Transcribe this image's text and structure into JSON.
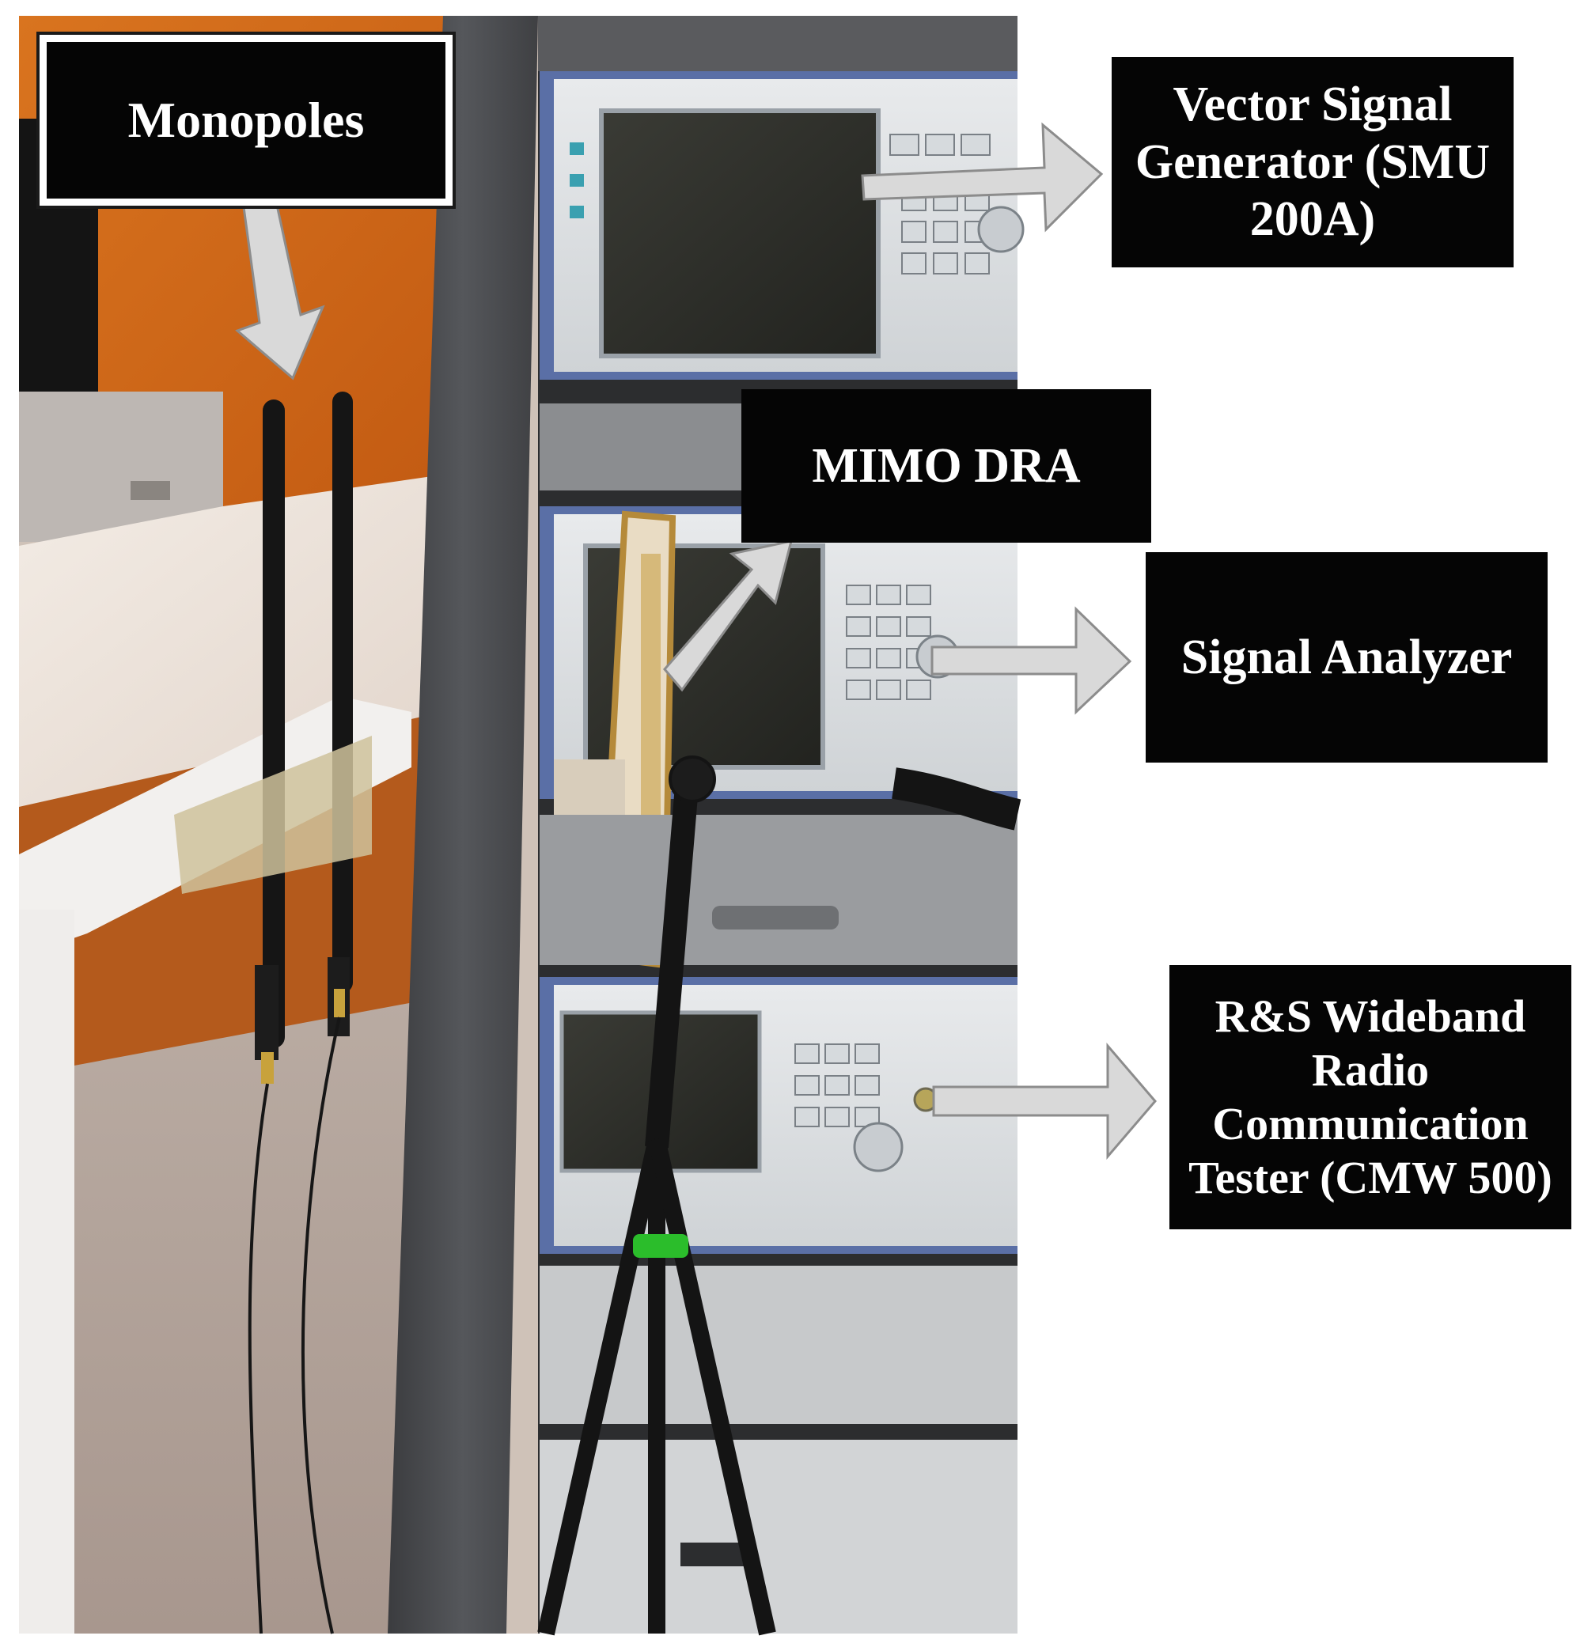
{
  "labels": {
    "monopoles": "Monopoles",
    "vector_signal_generator": [
      "Vector Signal",
      "Generator (SMU",
      "200A)"
    ],
    "mimo_dra": "MIMO DRA",
    "signal_analyzer": "Signal Analyzer",
    "radio_tester": [
      "R&S Wideband",
      "Radio",
      "Communication",
      "Tester (CMW 500)"
    ]
  },
  "colors": {
    "label_background": "#050505",
    "label_text": "#ffffff",
    "arrow_fill": "#d9d9d9",
    "arrow_stroke": "#8c8c8c"
  }
}
